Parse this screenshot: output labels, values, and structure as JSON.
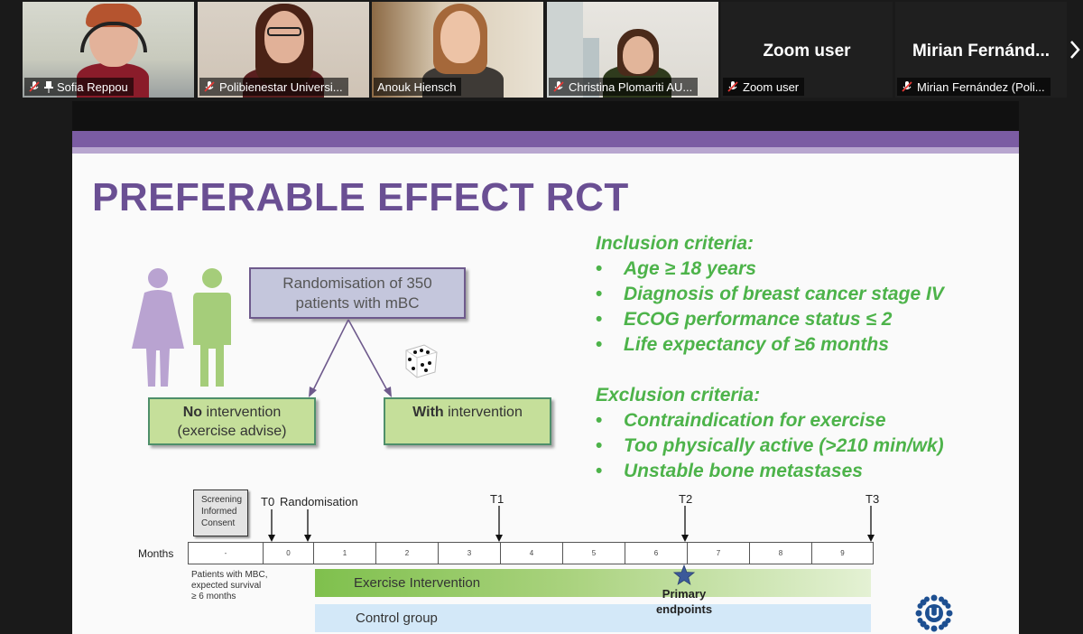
{
  "participants": [
    {
      "name": "Sofia Reppou",
      "active": true,
      "pinned": true
    },
    {
      "name": "Polibienestar Universi...",
      "active": false
    },
    {
      "name": "Anouk Hiensch",
      "active": false,
      "no_mic_icon": true
    },
    {
      "name": "Christina Plomariti AU...",
      "active": false
    },
    {
      "name": "Zoom user",
      "big_name": "Zoom user",
      "active": false
    },
    {
      "name": "Mirian Fernández (Poli...",
      "big_name": "Mirian  Fernánd...",
      "active": false
    }
  ],
  "slide": {
    "title": "PREFERABLE EFFECT RCT",
    "randomisation": {
      "line1": "Randomisation of 350",
      "line2": "patients with mBC"
    },
    "arm_no": {
      "bold": "No",
      "rest": " intervention",
      "line2": "(exercise advise)"
    },
    "arm_with": {
      "bold": "With",
      "rest": " intervention"
    },
    "inclusion": {
      "header": "Inclusion criteria:",
      "items": [
        "Age ≥ 18 years",
        "Diagnosis of breast cancer stage IV",
        "ECOG performance status ≤ 2",
        "Life expectancy of ≥6 months"
      ]
    },
    "exclusion": {
      "header": "Exclusion criteria:",
      "items": [
        "Contraindication for exercise",
        "Too physically active (>210 min/wk)",
        "Unstable bone metastases"
      ]
    },
    "timeline": {
      "screening": [
        "Screening",
        "Informed",
        "Consent"
      ],
      "t0": "T0",
      "randomisation": "Randomisation",
      "t1": "T1",
      "t2": "T2",
      "t3": "T3",
      "months_label": "Months",
      "months": [
        "-",
        "0",
        "1",
        "2",
        "3",
        "4",
        "5",
        "6",
        "7",
        "8",
        "9"
      ],
      "note": [
        "Patients with MBC,",
        "expected survival",
        "≥ 6 months"
      ],
      "exercise": "Exercise Intervention",
      "control": "Control group",
      "primary": [
        "Primary",
        "endpoints"
      ]
    }
  }
}
